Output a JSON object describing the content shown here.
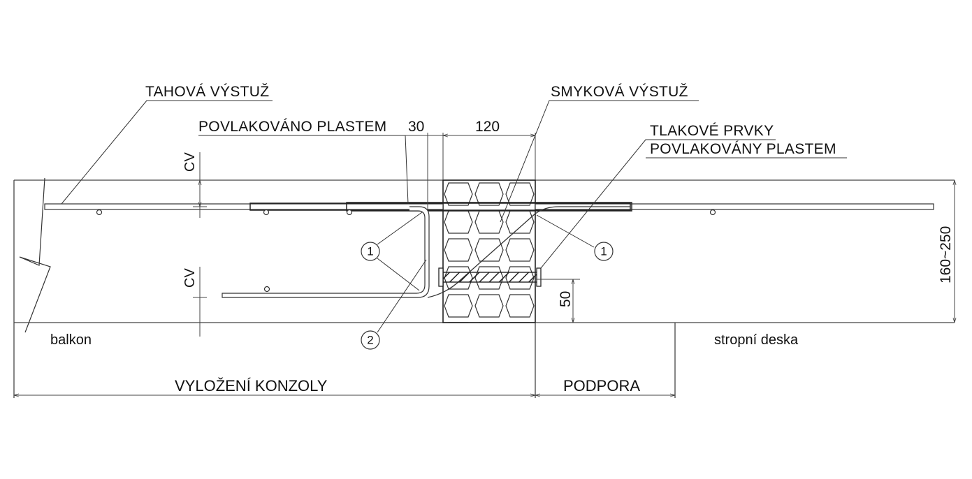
{
  "labels": {
    "tension_reinforcement": "TAHOVÁ VÝSTUŽ",
    "plastic_coated": "POVLAKOVÁNO PLASTEM",
    "shear_reinforcement": "SMYKOVÁ VÝSTUŽ",
    "compression_elements_1": "TLAKOVÉ PRVKY",
    "compression_elements_2": "POVLAKOVÁNY PLASTEM",
    "balcony": "balkon",
    "floor_slab": "stropní deska",
    "cantilever_span": "VYLOŽENÍ KONZOLY",
    "support": "PODPORA"
  },
  "dimensions": {
    "cover_top": "CV",
    "cover_bottom": "CV",
    "offset": "30",
    "insulation_width": "120",
    "compression_height": "50",
    "slab_thickness": "160~250"
  },
  "markers": {
    "marker_1_left": "1",
    "marker_1_right": "1",
    "marker_2": "2"
  }
}
